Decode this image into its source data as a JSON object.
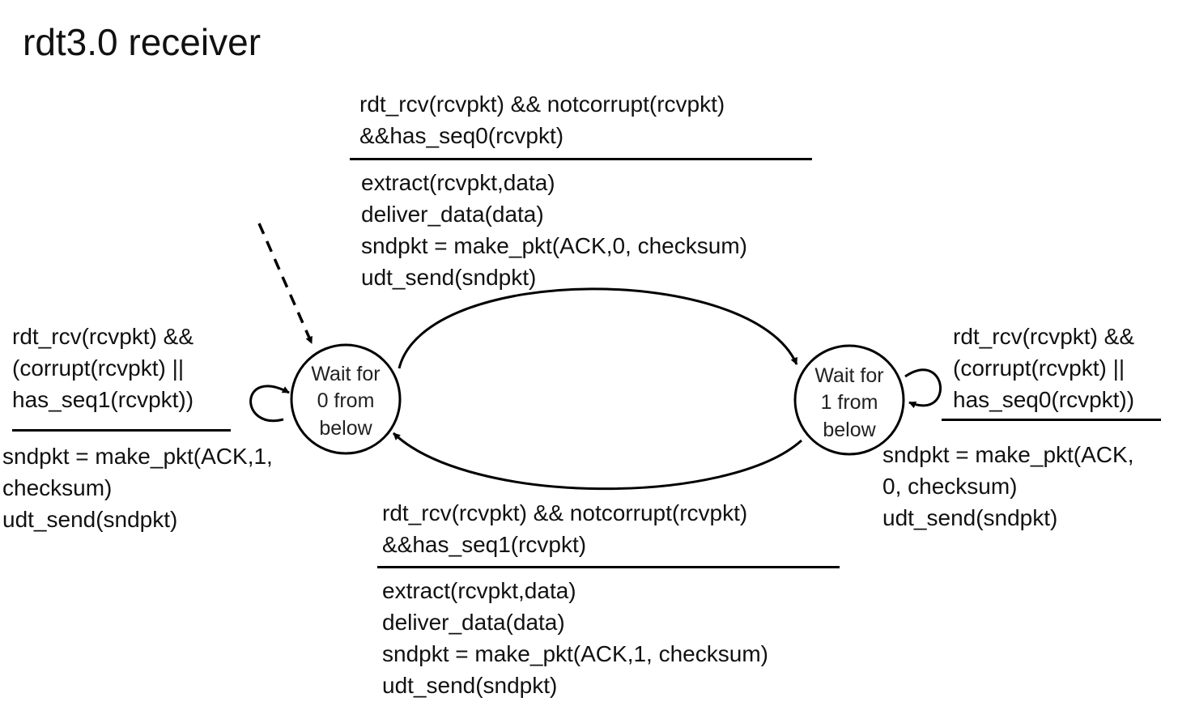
{
  "title": "rdt3.0 receiver",
  "states": [
    {
      "id": "wait0",
      "lines": [
        "Wait for",
        "0 from",
        "below"
      ]
    },
    {
      "id": "wait1",
      "lines": [
        "Wait for",
        "1 from",
        "below"
      ]
    }
  ],
  "transitions": {
    "top": {
      "condition": [
        "rdt_rcv(rcvpkt) && notcorrupt(rcvpkt)",
        "&&has_seq0(rcvpkt)"
      ],
      "actions": [
        "extract(rcvpkt,data)",
        "deliver_data(data)",
        "sndpkt = make_pkt(ACK,0, checksum)",
        "udt_send(sndpkt)"
      ]
    },
    "bottom": {
      "condition": [
        "rdt_rcv(rcvpkt) && notcorrupt(rcvpkt)",
        "&&has_seq1(rcvpkt)"
      ],
      "actions": [
        "extract(rcvpkt,data)",
        "deliver_data(data)",
        "sndpkt = make_pkt(ACK,1, checksum)",
        "udt_send(sndpkt)"
      ]
    },
    "left_self": {
      "condition": [
        "rdt_rcv(rcvpkt) &&",
        "(corrupt(rcvpkt) ||",
        "has_seq1(rcvpkt))"
      ],
      "actions": [
        "sndpkt = make_pkt(ACK,1,",
        "checksum)",
        "udt_send(sndpkt)"
      ]
    },
    "right_self": {
      "condition": [
        "rdt_rcv(rcvpkt) &&",
        "(corrupt(rcvpkt) ||",
        "has_seq0(rcvpkt))"
      ],
      "actions": [
        "sndpkt = make_pkt(ACK,",
        "0, checksum)",
        "udt_send(sndpkt)"
      ]
    }
  }
}
